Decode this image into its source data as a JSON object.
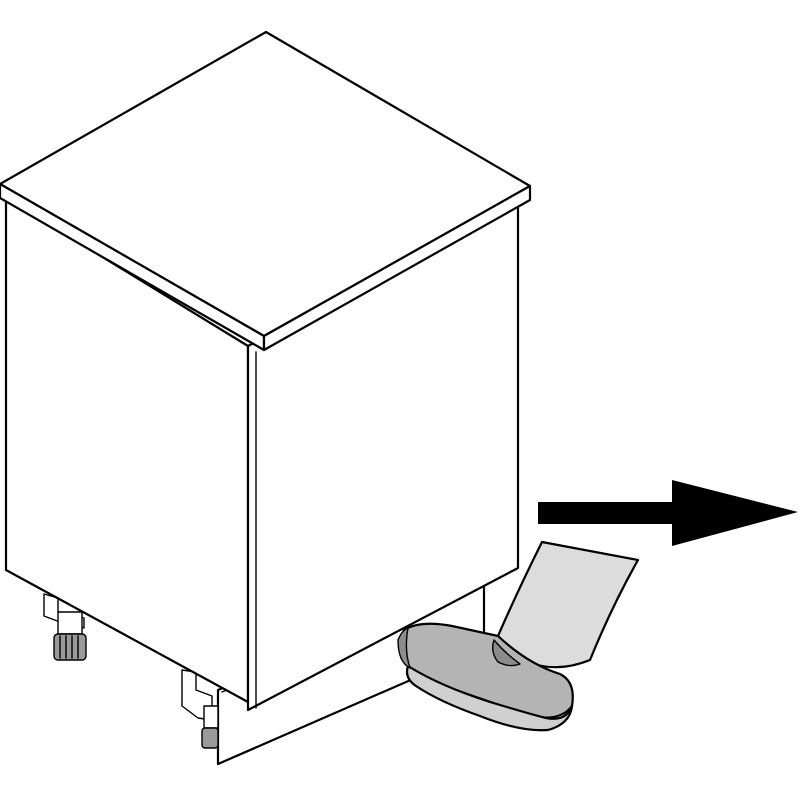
{
  "colors": {
    "line": "#000000",
    "background": "#ffffff",
    "leg": "#dcdcdc",
    "shoe": "#b4b4b4",
    "shoe_shadow": "#8c8c8c",
    "sole": "#d0d0d0",
    "arrow": "#000000",
    "foot": "#9a9a9a"
  },
  "diagram": {
    "arrow_direction": "right",
    "icons": [
      "cabinet-illustration",
      "leg-illustration",
      "shoe-illustration",
      "arrow-right-icon",
      "adjustable-foot-icon"
    ]
  }
}
